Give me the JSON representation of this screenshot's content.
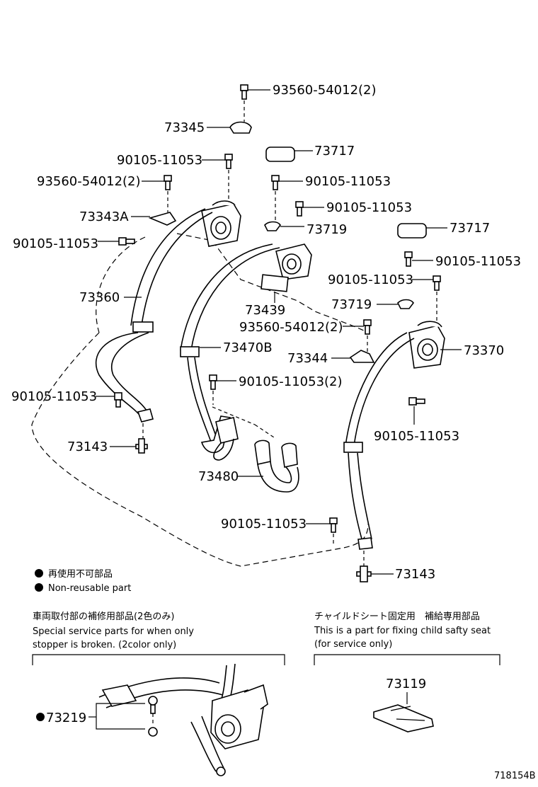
{
  "parts": {
    "p1": "93560-54012(2)",
    "p2": "73345",
    "p3": "73717",
    "p4": "90105-11053",
    "p5": "93560-54012(2)",
    "p6": "90105-11053",
    "p7": "90105-11053",
    "p8": "73343A",
    "p9": "73719",
    "p10": "73717",
    "p11": "90105-11053",
    "p12": "90105-11053",
    "p13": "73360",
    "p14": "90105-11053",
    "p15": "73439",
    "p16": "73719",
    "p17": "93560-54012(2)",
    "p18": "73470B",
    "p19": "73344",
    "p20": "73370",
    "p21": "90105-11053(2)",
    "p22": "90105-11053",
    "p23": "90105-11053",
    "p24": "73143",
    "p25": "73480",
    "p26": "90105-11053",
    "p27": "73143",
    "p28": "73219",
    "p29": "73119"
  },
  "legend": {
    "jp": "再使用不可部品",
    "en": "Non-reusable part"
  },
  "special": {
    "jp": "車両取付部の補修用部品(2色のみ)",
    "en1": "Special service parts for when only",
    "en2": "stopper is broken. (2color only)"
  },
  "child": {
    "jp": "チャイルドシート固定用　補給専用部品",
    "en1": "This is a part for fixing child safty seat",
    "en2": "(for service only)"
  },
  "diagram_id": "718154B"
}
